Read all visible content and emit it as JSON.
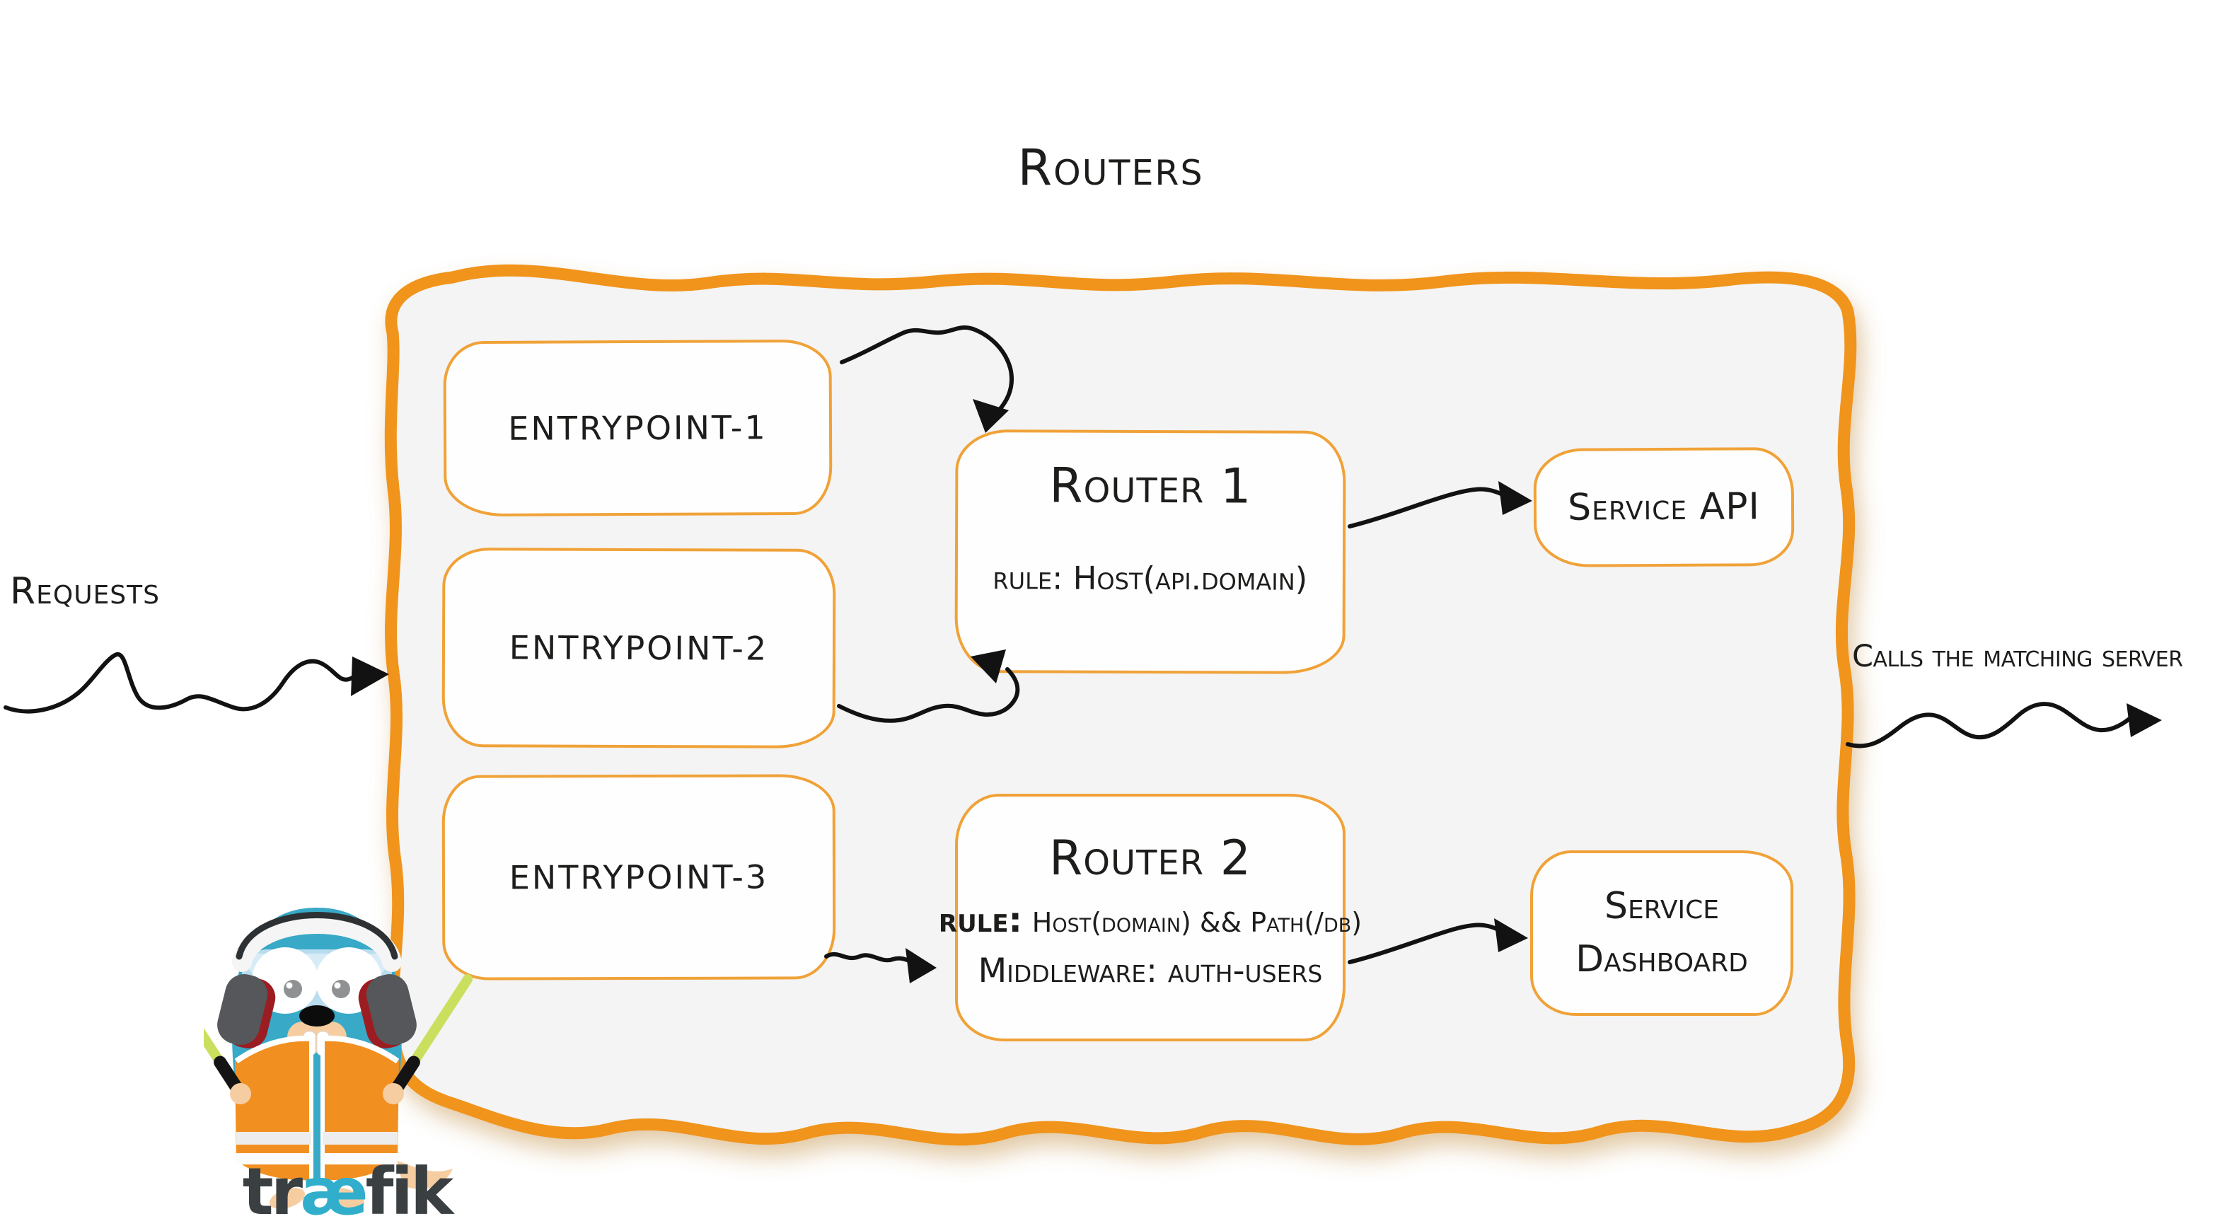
{
  "title": "Routers",
  "requests_label": "Requests",
  "calls_label": "Calls the matching server",
  "entrypoints": [
    {
      "label": "entrypoint-1"
    },
    {
      "label": "entrypoint-2"
    },
    {
      "label": "entrypoint-3"
    }
  ],
  "routers": [
    {
      "title": "Router 1",
      "rule": "rule: Host(api.domain)"
    },
    {
      "title": "Router 2",
      "rule_label": "rule:",
      "rule_value": "Host(domain) && Path(/db)",
      "middleware": "Middleware: auth-users"
    }
  ],
  "services": [
    {
      "label": "Service API"
    },
    {
      "lines": [
        "Service",
        "Dashboard"
      ]
    }
  ],
  "logo": {
    "part1": "tr",
    "part2": "æ",
    "part3": "fik"
  },
  "colors": {
    "frame_orange": "#F0941F",
    "box_border_orange": "#F0A238",
    "panel_gray": "#F4F4F4",
    "ink_black": "#1D1D1B",
    "gopher_teal": "#38A9C7",
    "vest_orange": "#F19021",
    "stick_green": "#CBDF5E",
    "logo_teal": "#30AECB",
    "logo_gray": "#3A3F42"
  }
}
